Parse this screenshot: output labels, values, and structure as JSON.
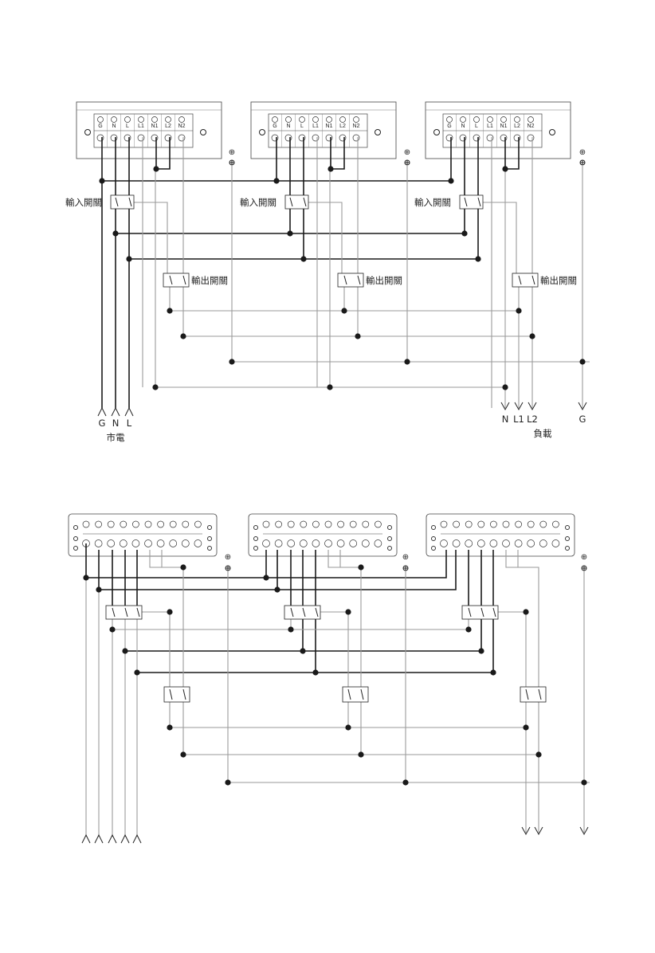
{
  "terminal_labels": [
    "G",
    "N",
    "L",
    "L1",
    "N1",
    "L2",
    "N2"
  ],
  "ground_symbol": "⊕",
  "diagram_top": {
    "input_switch_label": "輸入開關",
    "output_switch_label": "輸出開關",
    "mains_labels": [
      "G",
      "N",
      "L"
    ],
    "mains_caption": "市電",
    "load_labels": [
      "N",
      "L1",
      "L2",
      "G"
    ],
    "load_caption": "負載"
  },
  "colors": {
    "wire_dark": "#1a1a1a",
    "wire_light": "#9a9a9a",
    "node": "#1a1a1a"
  }
}
